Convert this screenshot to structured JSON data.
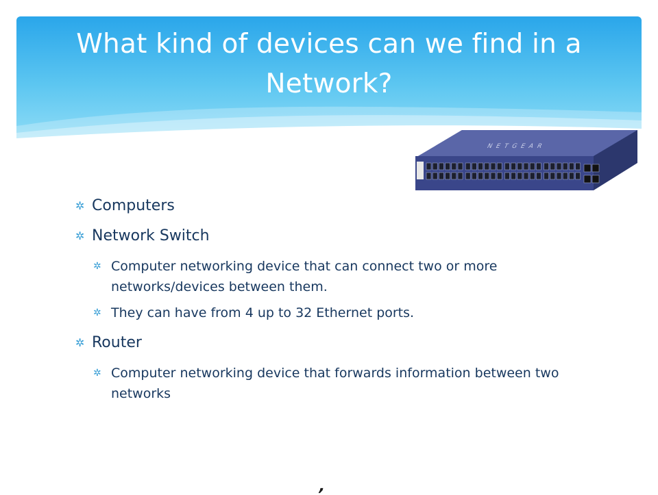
{
  "slide": {
    "title": "What kind of devices can we find in a Network?",
    "footer_mark": ","
  },
  "image": {
    "brand_text": "NETGEAR"
  },
  "bullets": [
    {
      "text": "Computers",
      "children": []
    },
    {
      "text": "Network Switch",
      "children": [
        "Computer networking device that can connect two or more networks/devices between them.",
        "They can have from 4 up to 32 Ethernet ports."
      ]
    },
    {
      "text": "Router",
      "children": [
        "Computer networking device that forwards information between two networks"
      ]
    }
  ],
  "colors": {
    "header_top": "#2aa6ea",
    "header_bottom": "#8fdcf6",
    "body_text": "#17375e",
    "bullet": "#3a9fd6"
  },
  "icons": {
    "bullet": "asterisk-bullet-icon"
  }
}
